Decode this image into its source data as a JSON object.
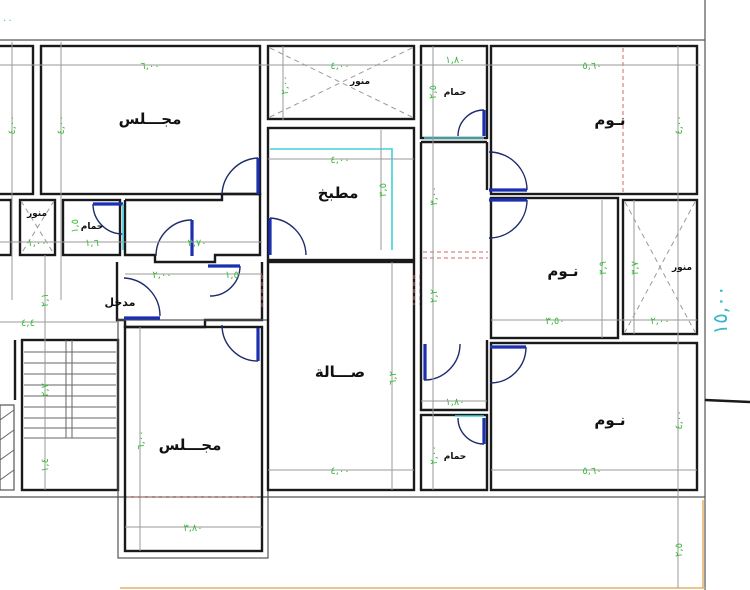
{
  "drawing": {
    "type": "architectural floor plan",
    "overall_dimension": "١٥,٠٠",
    "top_partial_dimension": "٠٠"
  },
  "rooms": {
    "majlis_top": {
      "label": "مجـــلس",
      "width": "٦,٠٠",
      "height": "٤,٠٠"
    },
    "left_strip": {
      "height": "٤,٠٠"
    },
    "storage_top": {
      "label": "منور",
      "width": "٤,٠٠",
      "height": "٢,٠٠"
    },
    "bath_top": {
      "label": "حمام",
      "width": "١,٨٠",
      "height": "٢,٥"
    },
    "bedroom_top": {
      "label": "نـوم",
      "width": "٥,٦٠",
      "height": "٤,٠٠"
    },
    "storage_left": {
      "label": "منور",
      "width": "١,٠٠"
    },
    "bath_left": {
      "label": "حمام",
      "width": "١,٦",
      "height": "١,٥"
    },
    "hall_left": {
      "width": "٢,٧٠"
    },
    "kitchen": {
      "label": "مطبخ",
      "width": "٤,٠٠",
      "height": "٣,٥"
    },
    "corridor_right": {
      "height": "٣,٠٠",
      "height2": "٢,٢"
    },
    "entrance": {
      "label": "مدخل",
      "width": "٢,٠٠",
      "side": "١,٥"
    },
    "bedroom_middle": {
      "label": "نـوم",
      "width": "٣,٥٠",
      "height": "٣,٩"
    },
    "storage_right": {
      "label": "منور",
      "width": "٢,٠٠",
      "height": "٣,٧"
    },
    "stair": {
      "dim_a": "٤,٤",
      "dim_b": "٢,١",
      "dim_c": "٢,٧",
      "dim_d": "١,٤"
    },
    "majlis_bottom": {
      "label": "مجـــلس",
      "width": "٣,٨٠",
      "height": "٦,٠٠"
    },
    "living": {
      "label": "صـــالة",
      "width": "٤,٠٠",
      "height": "٦,٢"
    },
    "bath_bottom": {
      "label": "حمام",
      "width": "١,٨٠",
      "height": "٢,٠٠"
    },
    "bedroom_bottom": {
      "label": "نـوم",
      "width": "٥,٦٠",
      "height": "٤,٠٠"
    },
    "setback": {
      "height": "٢,٥"
    }
  },
  "colors": {
    "wall": "#1a1a1a",
    "dimension_text": "#3dbb3d",
    "overall_dimension_text": "#38b8c8",
    "door_leaf": "#1b2fb0",
    "door_accent": "#3fd0d8",
    "dashed_red": "#c96b6b",
    "property_line": "#e8b066"
  }
}
